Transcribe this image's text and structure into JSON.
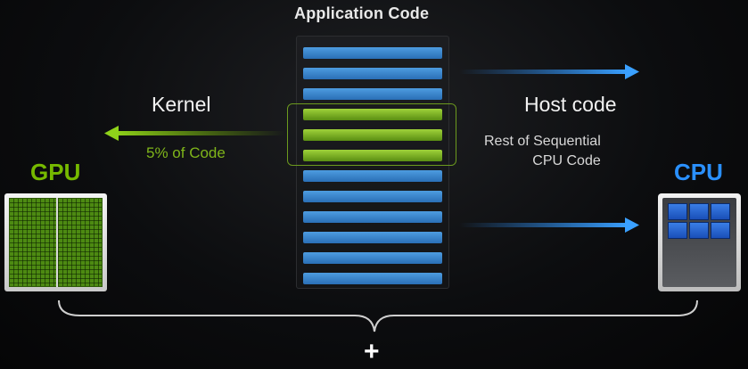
{
  "header": {
    "title": "Application Code"
  },
  "left": {
    "kernel_label": "Kernel",
    "percent_label": "5% of Code",
    "device_label": "GPU"
  },
  "right": {
    "host_label": "Host code",
    "rest_line1": "Rest of Sequential",
    "rest_line2": "CPU Code",
    "device_label": "CPU"
  },
  "footer": {
    "plus": "+"
  },
  "code_lines": [
    "blue",
    "blue",
    "blue",
    "green",
    "green",
    "green",
    "blue",
    "blue",
    "blue",
    "blue",
    "blue",
    "blue"
  ],
  "colors": {
    "gpu_green": "#76b900",
    "cpu_blue": "#2a90ff",
    "code_blue": "#3f88d2",
    "code_green": "#8cc22a"
  }
}
